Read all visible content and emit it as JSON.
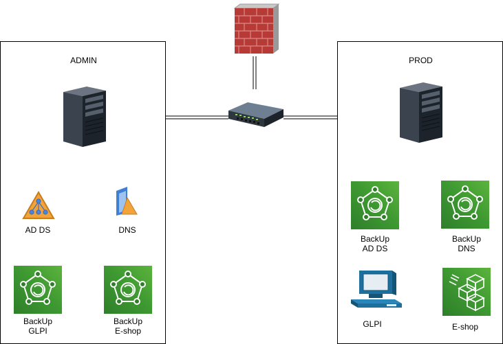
{
  "groups": {
    "admin": {
      "title": "ADMIN"
    },
    "prod": {
      "title": "PROD"
    }
  },
  "admin_nodes": {
    "adds": "AD DS",
    "dns": "DNS",
    "backup_glpi": "BackUp\nGLPI",
    "backup_eshop": "BackUp\nE-shop"
  },
  "prod_nodes": {
    "backup_adds": "BackUp\nAD DS",
    "backup_dns": "BackUp\nDNS",
    "glpi": "GLPI",
    "eshop": "E-shop"
  },
  "icons": {
    "firewall": "firewall-icon",
    "switch": "network-switch-icon",
    "server": "server-tower-icon",
    "adds": "active-directory-icon",
    "dns": "dns-icon",
    "backup": "backup-icon",
    "workstation": "workstation-icon",
    "eshop": "cubes-icon"
  },
  "colors": {
    "backup_green": "#3f9a32",
    "firewall_red": "#b83a36",
    "workstation_blue": "#1d6f9e"
  }
}
